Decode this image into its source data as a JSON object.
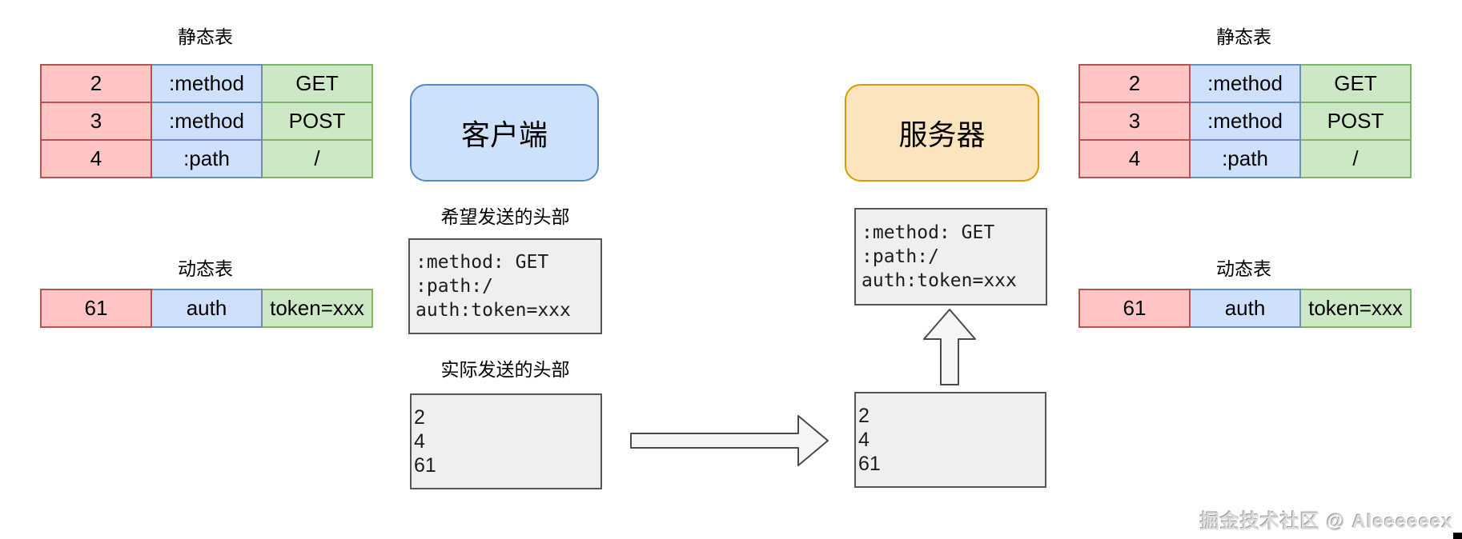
{
  "tables": {
    "left_static": {
      "title": "静态表",
      "rows": [
        [
          "2",
          ":method",
          "GET"
        ],
        [
          "3",
          ":method",
          "POST"
        ],
        [
          "4",
          ":path",
          "/"
        ]
      ]
    },
    "left_dynamic": {
      "title": "动态表",
      "rows": [
        [
          "61",
          "auth",
          "token=xxx"
        ]
      ]
    },
    "right_static": {
      "title": "静态表",
      "rows": [
        [
          "2",
          ":method",
          "GET"
        ],
        [
          "3",
          ":method",
          "POST"
        ],
        [
          "4",
          ":path",
          "/"
        ]
      ]
    },
    "right_dynamic": {
      "title": "动态表",
      "rows": [
        [
          "61",
          "auth",
          "token=xxx"
        ]
      ]
    }
  },
  "nodes": {
    "client": "客户端",
    "server": "服务器"
  },
  "labels": {
    "wish": "希望发送的头部",
    "actual": "实际发送的头部"
  },
  "boxes": {
    "wish_headers": {
      "lines": [
        ":method: GET",
        ":path:/",
        "auth:token=xxx"
      ]
    },
    "sent_codes": {
      "lines": [
        "2",
        "4",
        "61"
      ]
    },
    "received_codes": {
      "lines": [
        "2",
        "4",
        "61"
      ]
    },
    "decoded_headers": {
      "lines": [
        ":method: GET",
        ":path:/",
        "auth:token=xxx"
      ]
    }
  },
  "watermark": "掘金技术社区 @ Aleeeeeex",
  "colors": {
    "index_cell_fill": "#ffc5c5",
    "index_cell_border": "#b85450",
    "name_cell_fill": "#cee0fb",
    "name_cell_border": "#6c8ebf",
    "value_cell_fill": "#cde8c4",
    "value_cell_border": "#82b366",
    "client_fill": "#cee1fa",
    "client_border": "#5b87c5",
    "server_fill": "#fce5be",
    "server_border": "#d79b00",
    "message_box_fill": "#efefef",
    "message_box_border": "#565656"
  }
}
